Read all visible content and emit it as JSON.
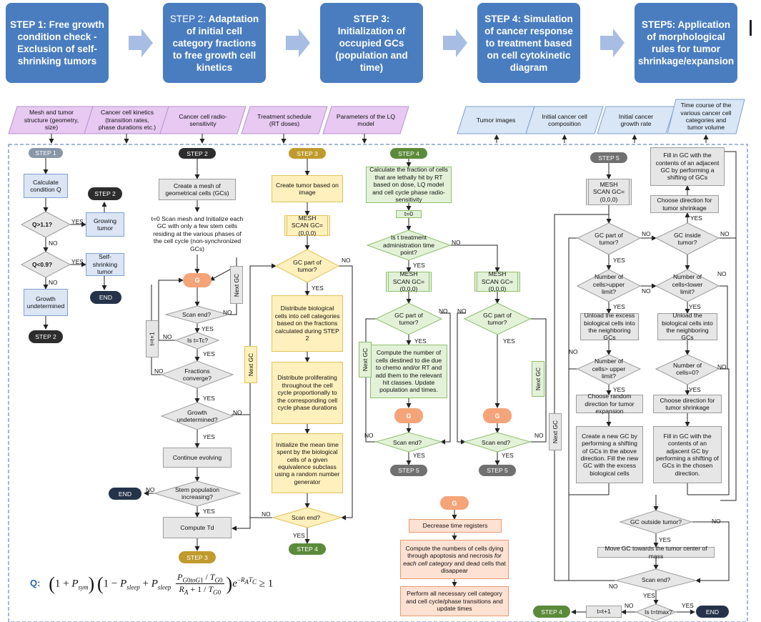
{
  "header": {
    "steps": [
      {
        "pre": "STEP 1: Free growth condition ",
        "bold": "check",
        "post": " - Exclusion of self-shrinking tumors"
      },
      {
        "pre": "STEP 2: ",
        "bold": "Adaptation",
        "post": " of initial cell category fractions to free growth cell kinetics"
      },
      {
        "pre": "STEP 3: Initialization of occupied GCs (population and time)",
        "bold": "",
        "post": ""
      },
      {
        "pre": "STEP 4: Simulation of cancer response to treatment based on cell cytokinetic diagram",
        "bold": "",
        "post": ""
      },
      {
        "pre": "STEP5: Application of morphological rules for tumor shrinkage/expansion",
        "bold": "",
        "post": ""
      }
    ]
  },
  "inputs": [
    "Mesh and tumor structure (geometry, size)",
    "Cancer cell kinetics (transition rates, phase durations etc.)",
    "Cancer cell radio-sensitivity",
    "Treatment schedule (RT doses)",
    "Parameters of the LQ model"
  ],
  "outputs": [
    "Tumor images",
    "Initial cancer cell composition",
    "Initial cancer growth rate",
    "Time course of the various cancer cell categories and tumor volume"
  ],
  "step1": {
    "badge": "STEP 1",
    "calc": "Calculate condition Q",
    "q_gt": "Q>1.1?",
    "q_lt": "Q<0.9?",
    "growing": "Growing tumor",
    "self_shrinking": "Self-shrinking tumor",
    "undetermined": "Growth undetermined",
    "to_step2_a": "STEP 2",
    "to_step2_b": "STEP 2",
    "end": "END"
  },
  "step2": {
    "badge": "STEP 2",
    "mesh": "Create a mesh of geometrical cells (GCs)",
    "init": "t=0 Scan mesh and Initialize each GC with only a few stem cells residing at the various phases of the cell cycle (non-synchronized GCs)",
    "g": "G",
    "next_gc": "Next GC",
    "scan_end": "Scan end?",
    "is_t": "Is t=Tc?",
    "t_inc": "t=t+1",
    "fractions": "Fractions converge?",
    "growth_und": "Growth undetermined?",
    "continue": "Continue evolving",
    "stem": "Stem population increasing?",
    "compute": "Compute Td",
    "end": "END",
    "to_step3": "STEP 3"
  },
  "step3": {
    "badge": "STEP 3",
    "create": "Create tumor based on image",
    "mesh_scan": "MESH SCAN GC=(0,0,0)",
    "gc_part": "GC part of tumor?",
    "distribute": "Distribute biological cells into cell categories based on the fractions calculated during STEP 2",
    "proliferating": "Distribute proliferating throughout the cell cycle proportionally to the corresponding cell cycle phase durations",
    "initialize": "Initialize the mean time spent by the biological cells of a given equivalence subclass using a random number generator",
    "scan_end": "Scan end?",
    "next_gc": "Next GC",
    "to_step4": "STEP 4"
  },
  "step4": {
    "badge": "STEP 4",
    "calc": "Calculate the fraction of cells that are lethally hit by RT based on dose, LQ model and cell cycle phase radio-sensitivity",
    "t0": "t=0",
    "is_admin": "Is t treatment administration time point?",
    "mesh_scan_a": "MESH SCAN GC=(0,0,0)",
    "mesh_scan_b": "MESH SCAN GC=(0,0,0)",
    "gc_part_a": "GC part of tumor?",
    "gc_part_b": "GC part of tumor?",
    "compute": "Compute the number of cells destined to die due to chemo and/or RT and add them to the relevant hit classes. Update population and times.",
    "g_a": "G",
    "g_b": "G",
    "scan_end_a": "Scan end?",
    "scan_end_b": "Scan end?",
    "next_gc_a": "Next GC",
    "next_gc_b": "Next GC",
    "to_step5_a": "STEP 5",
    "to_step5_b": "STEP 5"
  },
  "g_detail": {
    "g": "G",
    "decrease": "Decrease time registers",
    "compute_dying_a": "Compute the numbers of cells dying through apoptosis and necrosis ",
    "compute_dying_em": "for each cell category",
    "compute_dying_b": " and dead cells that disappear",
    "transitions": "Perform all necessary cell category and cell cycle/phase transitions and update times"
  },
  "step5": {
    "badge": "STEP 5",
    "mesh_scan": "MESH SCAN GC=(0,0,0)",
    "gc_part": "GC part of tumor?",
    "gc_inside": "GC inside tumor?",
    "num_upper": "Number of cells>upper limit?",
    "num_lower": "Number of cells<lower limit?",
    "unload_excess": "Unload the excess biological cells into the neighboring GCs",
    "unload_bio": "Unload the biological cells into the neighboring GCs",
    "num_upper_b": "Number of cells> upper limit?",
    "num_zero": "Number of cells=0?",
    "choose_expansion": "Choose random direction for tumor expansion",
    "choose_shrink": "Choose direction for tumor shrinkage",
    "choose_shrink_top": "Choose direction for tumor shrinkage",
    "fill_top": "Fill in GC with the contents of an adjacent GC by performing a shifting of GCs",
    "create_gc": "Create a new GC by performing a shifting of GCs in the above direction. Fill the new GC with the excess biological cells",
    "fill_chosen": "Fill in GC with the contents of an adjacent GC by performing a shifting of GCs in the chosen direction.",
    "gc_outside": "GC outside tumor?",
    "move": "Move GC towards the tumor center of mass",
    "scan_end": "Scan end?",
    "is_t_max": "Is t=tmax?",
    "t_inc": "t=t+1",
    "next_gc": "Next GC",
    "to_step4": "STEP 4",
    "end": "END"
  },
  "labels": {
    "yes": "YES",
    "no": "NO"
  },
  "formula": {
    "label": "Q:",
    "rhs": "≥ 1"
  }
}
